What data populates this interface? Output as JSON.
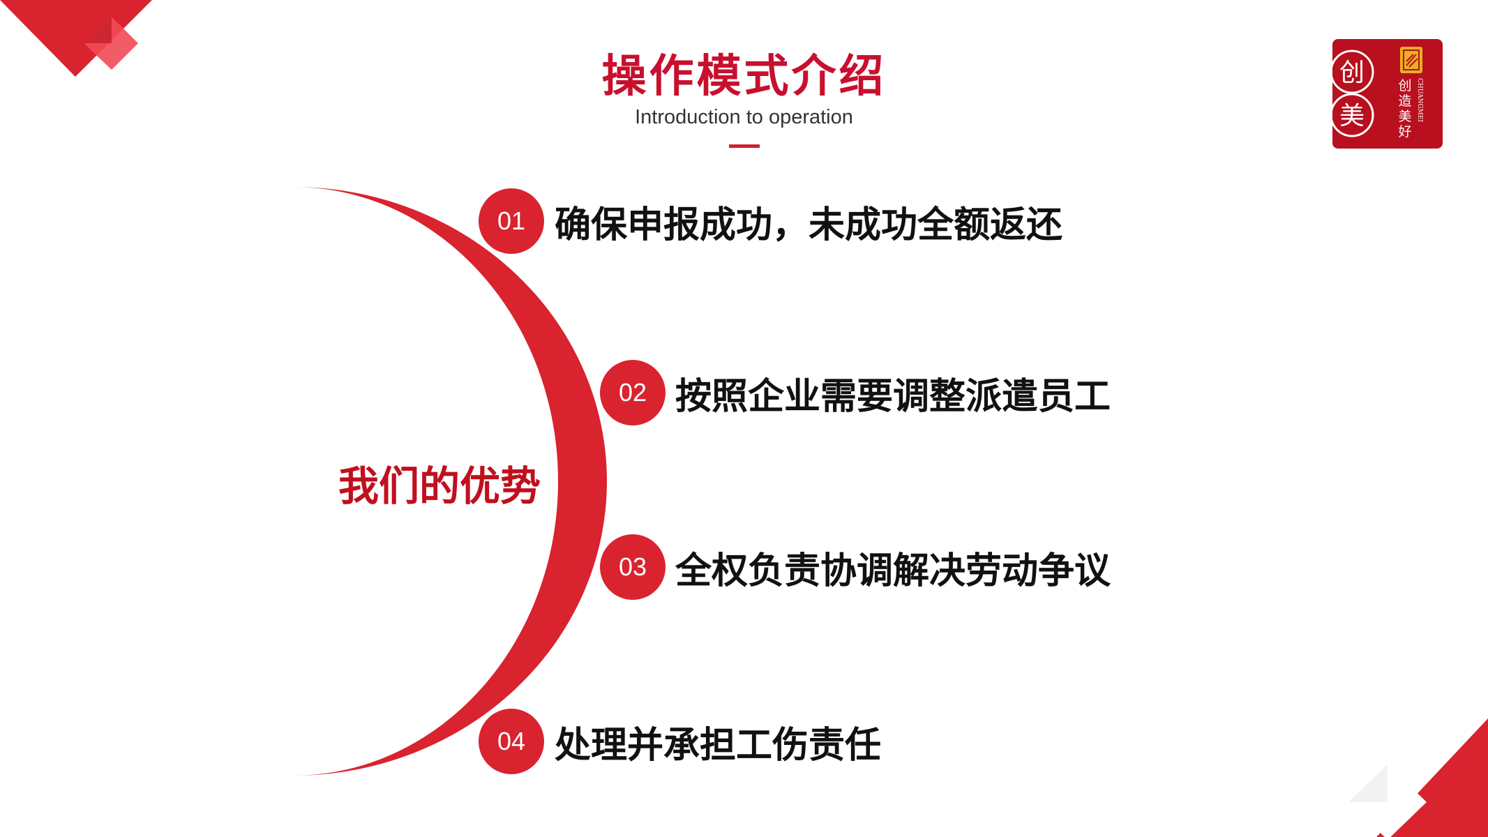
{
  "header": {
    "title": "操作模式介绍",
    "subtitle": "Introduction to operation"
  },
  "logo": {
    "emblem_chars": [
      "创",
      "美"
    ],
    "tagline_chars": [
      "创",
      "造",
      "美",
      "好"
    ],
    "latin": "CHUANGMEI"
  },
  "center_label": "我们的优势",
  "items": [
    {
      "number": "01",
      "text": "确保申报成功，未成功全额返还"
    },
    {
      "number": "02",
      "text": "按照企业需要调整派遣员工"
    },
    {
      "number": "03",
      "text": "全权负责协调解决劳动争议"
    },
    {
      "number": "04",
      "text": "处理并承担工伤责任"
    }
  ],
  "colors": {
    "primary_red": "#d9232f",
    "title_red": "#c8102e",
    "logo_red": "#b8101e",
    "gold": "#e8b020",
    "text": "#111111"
  },
  "icons": {
    "logo_mark": "logo-mark-icon",
    "corner_top_left": "corner-diamond-icon",
    "corner_bottom_right": "corner-diamond-icon"
  }
}
